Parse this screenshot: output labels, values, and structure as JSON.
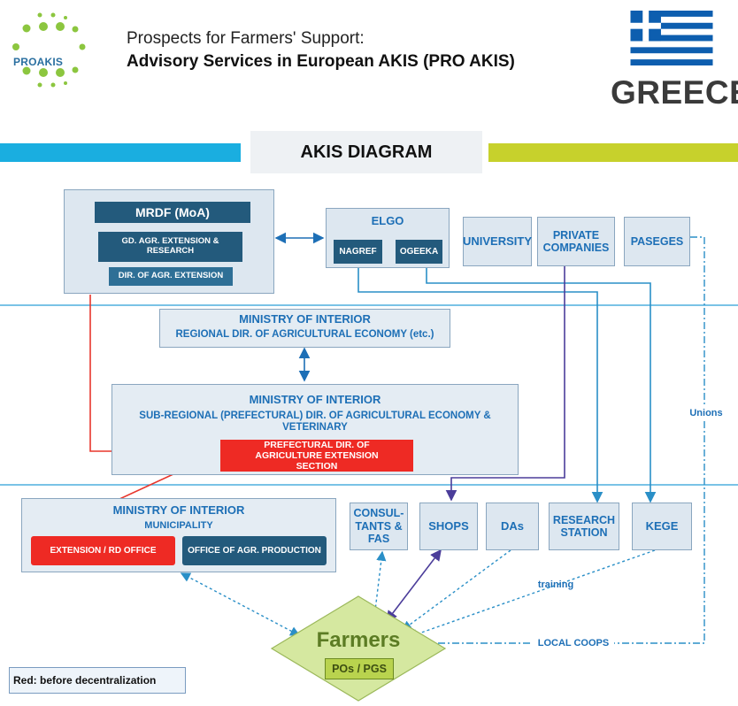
{
  "header": {
    "logo_text": "PROAKIS",
    "title_line1": "Prospects for Farmers' Support:",
    "title_line2": "Advisory Services in European AKIS (PRO AKIS)",
    "country": "GREECE",
    "diagram_title": "AKIS DIAGRAM"
  },
  "colors": {
    "blue_bar": "#1aaee0",
    "green_bar": "#c7d12c",
    "navy_box": "#235a7c",
    "red_box": "#ee2a24",
    "box_fill": "#dde7f0",
    "label_blue": "#1d6fb6",
    "farmers_fill": "#d5e8a0"
  },
  "nodes": {
    "mrdf": "MRDF (MoA)",
    "gd_ext": "GD. AGR. EXTENSION & RESEARCH",
    "dir_ext": "DIR. OF AGR. EXTENSION",
    "elgo": "ELGO",
    "nagref": "NAGREF",
    "ogeeka": "OGEEKA",
    "university": "UNIVERSITY",
    "private": "PRIVATE COMPANIES",
    "paseges": "PASEGES",
    "moi_regional_title": "MINISTRY OF INTERIOR",
    "moi_regional_sub": "REGIONAL DIR. OF AGRICULTURAL ECONOMY (etc.)",
    "moi_sub_title": "MINISTRY OF INTERIOR",
    "moi_sub_sub": "SUB-REGIONAL (PREFECTURAL) DIR. OF AGRICULTURAL ECONOMY & VETERINARY",
    "prefectural": "PREFECTURAL DIR. OF AGRICULTURE EXTENSION SECTION",
    "moi_mun_title": "MINISTRY OF INTERIOR",
    "moi_mun_sub": "MUNICIPALITY",
    "ext_rd": "EXTENSION / RD OFFICE",
    "office_agr": "OFFICE OF AGR. PRODUCTION",
    "consultants": "CONSUL- TANTS & FAS",
    "shops": "SHOPS",
    "das": "DAs",
    "research": "RESEARCH STATION",
    "kege": "KEGE",
    "farmers": "Farmers",
    "pos": "POs / PGS"
  },
  "edge_labels": {
    "unions": "Unions",
    "training": "training",
    "local_coops": "LOCAL COOPS"
  },
  "legend": "Red: before decentralization"
}
